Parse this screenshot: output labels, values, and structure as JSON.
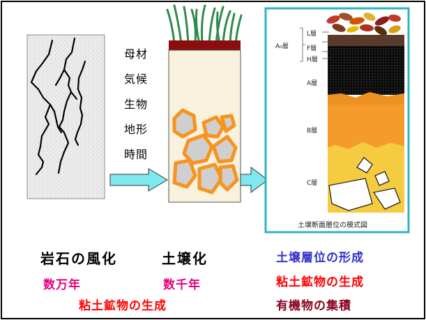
{
  "factors": [
    "母材",
    "気候",
    "生物",
    "地形",
    "時間"
  ],
  "horizon_labels": {
    "a0": "A₀層",
    "l": "L層",
    "f": "F層",
    "h": "H層",
    "a": "A層",
    "b": "B層",
    "c": "C層"
  },
  "diagram_caption": "土壌断面層位の模式図",
  "bottom": {
    "weathering": "岩石の風化",
    "soil_formation": "土壌化",
    "ten_thousand_years": "数万年",
    "thousand_years": "数千年",
    "clay_formation_left": "粘土鉱物の生成",
    "horizon_formation": "土壌層位の形成",
    "clay_formation_right": "粘土鉱物の生成",
    "organic_accumulation": "有機物の集積"
  },
  "colors": {
    "pink": "#e6007e",
    "red": "#ff0000",
    "blue": "#3333cc",
    "maroon": "#8b0020",
    "arrow": "#7fe8ee",
    "orange": "#f7931e"
  }
}
